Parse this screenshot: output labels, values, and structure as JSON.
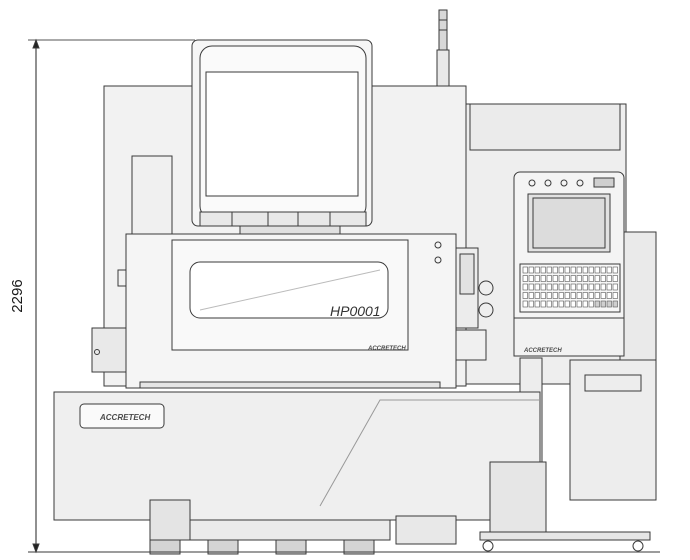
{
  "dimension": {
    "height_value": "2296"
  },
  "labels": {
    "model": "HP0001",
    "brand_front_panel": "ACCRETECH",
    "brand_door": "ACCRETECH",
    "brand_pendant": "ACCRETECH"
  },
  "colors": {
    "line": "#3a3a3a",
    "panel_fill": "#f4f4f4",
    "body_fill": "#ececec",
    "dark_fill": "#dcdcdc",
    "background": "#ffffff"
  }
}
